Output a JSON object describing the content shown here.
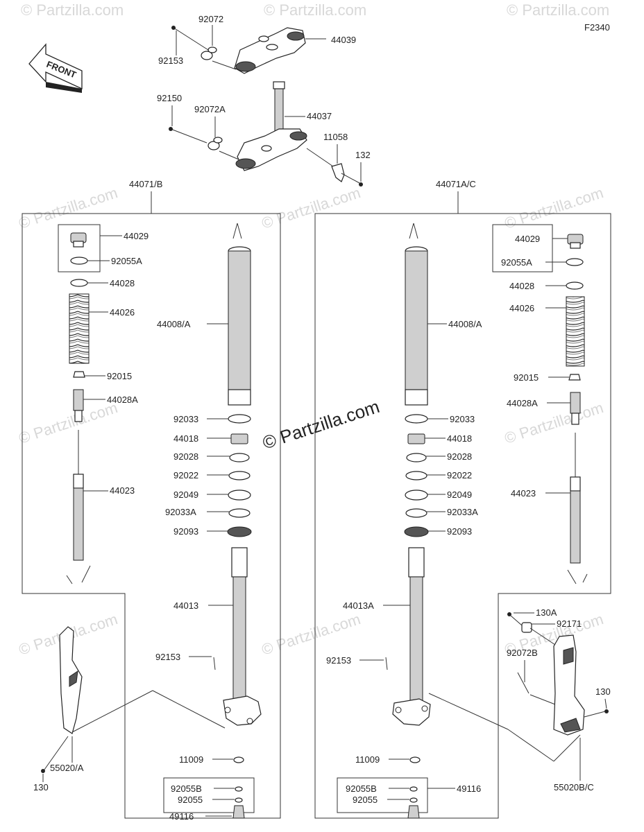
{
  "figure_code": "F2340",
  "front_label": "FRONT",
  "watermark": "© Partzilla.com",
  "center_watermark": "© Partzilla.com",
  "labels": {
    "top_92072": "92072",
    "top_44039": "44039",
    "top_92153": "92153",
    "top_92150": "92150",
    "top_92072A": "92072A",
    "top_44037": "44037",
    "top_11058": "11058",
    "top_132": "132",
    "assy_left": "44071/B",
    "assy_right": "44071A/C",
    "l_44029": "44029",
    "l_92055A": "92055A",
    "l_44028": "44028",
    "l_44026": "44026",
    "l_92015": "92015",
    "l_44028A": "44028A",
    "l_44023": "44023",
    "l_44008A": "44008/A",
    "l_92033": "92033",
    "l_44018": "44018",
    "l_92028": "92028",
    "l_92022": "92022",
    "l_92049": "92049",
    "l_92033A": "92033A",
    "l_92093": "92093",
    "l_44013": "44013",
    "l_92153": "92153",
    "l_11009": "11009",
    "l_92055B": "92055B",
    "l_92055": "92055",
    "l_49116": "49116",
    "l_55020A": "55020/A",
    "l_130": "130",
    "r_44029": "44029",
    "r_92055A": "92055A",
    "r_44028": "44028",
    "r_44026": "44026",
    "r_92015": "92015",
    "r_44028A": "44028A",
    "r_44023": "44023",
    "r_44008A": "44008/A",
    "r_92033": "92033",
    "r_44018": "44018",
    "r_92028": "92028",
    "r_92022": "92022",
    "r_92049": "92049",
    "r_92033A": "92033A",
    "r_92093": "92093",
    "r_44013A": "44013A",
    "r_92153": "92153",
    "r_11009": "11009",
    "r_92055B": "92055B",
    "r_92055": "92055",
    "r_49116": "49116",
    "r_130A": "130A",
    "r_92171": "92171",
    "r_92072B": "92072B",
    "r_130": "130",
    "r_55020BC": "55020B/C"
  }
}
